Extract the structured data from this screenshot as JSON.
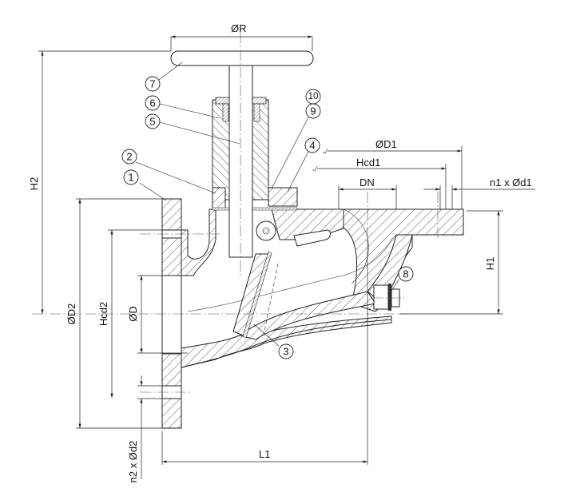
{
  "drawing": {
    "title": "Valve sectional drawing",
    "dimensions": {
      "handwheel_diameter": "ØR",
      "height_total": "H2",
      "flange1_diameter": "ØD1",
      "flange1_bolt_circle": "Hcd1",
      "nominal_diameter": "DN",
      "flange1_bolts": "n1 x Ød1",
      "height_outlet": "H1",
      "flange2_diameter": "ØD2",
      "flange2_bolt_circle": "Hcd2",
      "bore_diameter": "ØD",
      "flange2_bolts": "n2 x Ød2",
      "length": "L1"
    },
    "part_numbers": [
      "1",
      "2",
      "3",
      "4",
      "5",
      "6",
      "7",
      "8",
      "9",
      "10"
    ]
  }
}
